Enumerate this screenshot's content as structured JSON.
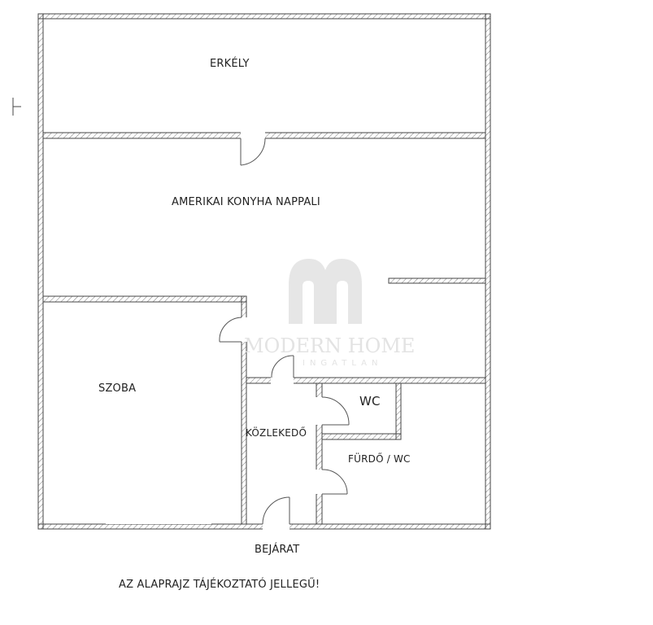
{
  "rooms": {
    "balcony": "ERKÉLY",
    "living_kitchen": "AMERIKAI KONYHA NAPPALI",
    "bedroom": "SZOBA",
    "hallway": "KÖZLEKEDŐ",
    "wc": "WC",
    "bathroom": "FÜRDŐ / WC"
  },
  "entrance": "BEJÁRAT",
  "disclaimer": "AZ ALAPRAJZ TÁJÉKOZTATÓ JELLEGŰ!",
  "watermark": {
    "line1": "MODERN HOME",
    "line2": "INGATLAN"
  },
  "colors": {
    "wall": "#555555",
    "watermark": "#e3e3e3"
  }
}
